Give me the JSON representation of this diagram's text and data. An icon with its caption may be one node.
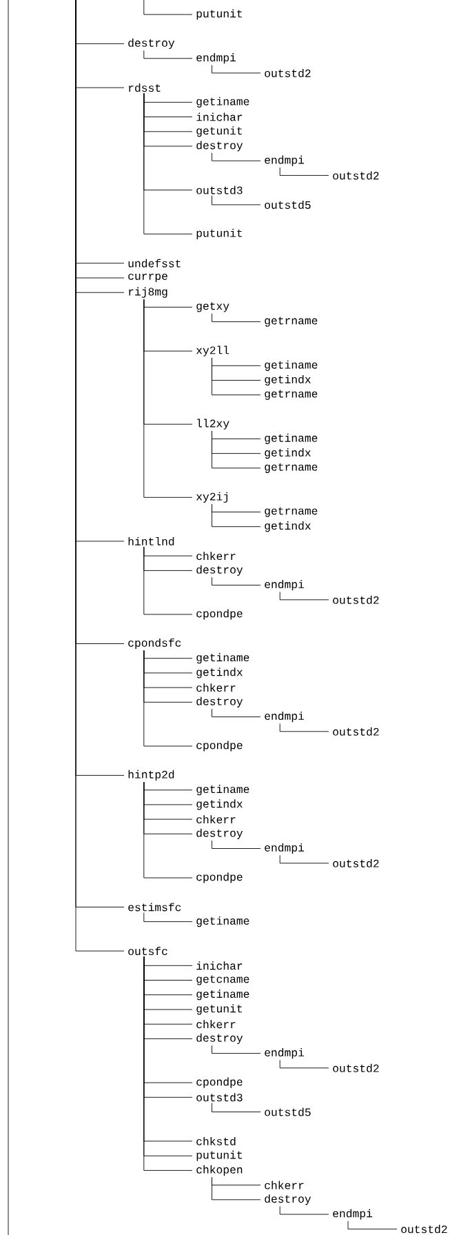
{
  "diagram": {
    "nodes": [
      {
        "text": [
          "putunit"
        ]
      },
      {
        "text": [
          "destroy"
        ]
      },
      {
        "text": [
          "endmpi"
        ]
      },
      {
        "text": [
          "outstd2"
        ]
      },
      {
        "text": [
          "rdsst"
        ]
      },
      {
        "text": [
          "getiname"
        ]
      },
      {
        "text": [
          "inichar"
        ]
      },
      {
        "text": [
          "getunit"
        ]
      },
      {
        "text": [
          "destroy"
        ]
      },
      {
        "text": [
          "endmpi"
        ]
      },
      {
        "text": [
          "outstd2"
        ]
      },
      {
        "text": [
          "outstd3"
        ]
      },
      {
        "text": [
          "outstd5"
        ]
      },
      {
        "text": [
          "putunit"
        ]
      },
      {
        "text": [
          "undefsst"
        ]
      },
      {
        "text": [
          "currpe"
        ]
      },
      {
        "text": [
          "rij8mg"
        ]
      },
      {
        "text": [
          "getxy"
        ]
      },
      {
        "text": [
          "getrname"
        ]
      },
      {
        "text": [
          "xy2ll"
        ]
      },
      {
        "text": [
          "getiname"
        ]
      },
      {
        "text": [
          "getindx"
        ]
      },
      {
        "text": [
          "getrname"
        ]
      },
      {
        "text": [
          "ll2xy"
        ]
      },
      {
        "text": [
          "getiname"
        ]
      },
      {
        "text": [
          "getindx"
        ]
      },
      {
        "text": [
          "getrname"
        ]
      },
      {
        "text": [
          "xy2ij"
        ]
      },
      {
        "text": [
          "getrname"
        ]
      },
      {
        "text": [
          "getindx"
        ]
      },
      {
        "text": [
          "hintlnd"
        ]
      },
      {
        "text": [
          "chkerr"
        ]
      },
      {
        "text": [
          "destroy"
        ]
      },
      {
        "text": [
          "endmpi"
        ]
      },
      {
        "text": [
          "outstd2"
        ]
      },
      {
        "text": [
          "cpondpe"
        ]
      },
      {
        "text": [
          "cpondsfc"
        ]
      },
      {
        "text": [
          "getiname"
        ]
      },
      {
        "text": [
          "getindx"
        ]
      },
      {
        "text": [
          "chkerr"
        ]
      },
      {
        "text": [
          "destroy"
        ]
      },
      {
        "text": [
          "endmpi"
        ]
      },
      {
        "text": [
          "outstd2"
        ]
      },
      {
        "text": [
          "cpondpe"
        ]
      },
      {
        "text": [
          "hintp2d"
        ]
      },
      {
        "text": [
          "getiname"
        ]
      },
      {
        "text": [
          "getindx"
        ]
      },
      {
        "text": [
          "chkerr"
        ]
      },
      {
        "text": [
          "destroy"
        ]
      },
      {
        "text": [
          "endmpi"
        ]
      },
      {
        "text": [
          "outstd2"
        ]
      },
      {
        "text": [
          "cpondpe"
        ]
      },
      {
        "text": [
          "estimsfc"
        ]
      },
      {
        "text": [
          "getiname"
        ]
      },
      {
        "text": [
          "outsfc"
        ]
      },
      {
        "text": [
          "inichar"
        ]
      },
      {
        "text": [
          "getcname"
        ]
      },
      {
        "text": [
          "getiname"
        ]
      },
      {
        "text": [
          "getunit"
        ]
      },
      {
        "text": [
          "chkerr"
        ]
      },
      {
        "text": [
          "destroy"
        ]
      },
      {
        "text": [
          "endmpi"
        ]
      },
      {
        "text": [
          "outstd2"
        ]
      },
      {
        "text": [
          "cpondpe"
        ]
      },
      {
        "text": [
          "outstd3"
        ]
      },
      {
        "text": [
          "outstd5"
        ]
      },
      {
        "text": [
          "chkstd"
        ]
      },
      {
        "text": [
          "putunit"
        ]
      },
      {
        "text": [
          "chkopen"
        ]
      },
      {
        "text": [
          "chkerr"
        ]
      },
      {
        "text": [
          "destroy"
        ]
      },
      {
        "text": [
          "endmpi"
        ]
      },
      {
        "text": [
          "outstd2"
        ]
      }
    ],
    "edges": [
      {
        "from": null,
        "to": 0,
        "arrow": "none"
      },
      {
        "from": null,
        "to": 1,
        "arrow": "none"
      },
      {
        "from": 1,
        "to": 2,
        "arrow": "none"
      },
      {
        "from": 2,
        "to": 3,
        "arrow": "none"
      },
      {
        "from": null,
        "to": 4,
        "arrow": "none"
      },
      {
        "from": 4,
        "to": 5,
        "arrow": "none"
      },
      {
        "from": 4,
        "to": 6,
        "arrow": "none"
      },
      {
        "from": 4,
        "to": 7,
        "arrow": "none"
      },
      {
        "from": 4,
        "to": 8,
        "arrow": "none"
      },
      {
        "from": 8,
        "to": 9,
        "arrow": "none"
      },
      {
        "from": 9,
        "to": 10,
        "arrow": "none"
      },
      {
        "from": 4,
        "to": 11,
        "arrow": "none"
      },
      {
        "from": 11,
        "to": 12,
        "arrow": "none"
      },
      {
        "from": 4,
        "to": 13,
        "arrow": "none"
      },
      {
        "from": null,
        "to": 14,
        "arrow": "none"
      },
      {
        "from": null,
        "to": 15,
        "arrow": "none"
      },
      {
        "from": null,
        "to": 16,
        "arrow": "none"
      },
      {
        "from": 16,
        "to": 17,
        "arrow": "none"
      },
      {
        "from": 17,
        "to": 18,
        "arrow": "none"
      },
      {
        "from": 16,
        "to": 19,
        "arrow": "none"
      },
      {
        "from": 19,
        "to": 20,
        "arrow": "none"
      },
      {
        "from": 19,
        "to": 21,
        "arrow": "none"
      },
      {
        "from": 19,
        "to": 22,
        "arrow": "none"
      },
      {
        "from": 16,
        "to": 23,
        "arrow": "none"
      },
      {
        "from": 23,
        "to": 24,
        "arrow": "none"
      },
      {
        "from": 23,
        "to": 25,
        "arrow": "none"
      },
      {
        "from": 23,
        "to": 26,
        "arrow": "none"
      },
      {
        "from": 16,
        "to": 27,
        "arrow": "none"
      },
      {
        "from": 27,
        "to": 28,
        "arrow": "none"
      },
      {
        "from": 27,
        "to": 29,
        "arrow": "none"
      },
      {
        "from": null,
        "to": 30,
        "arrow": "none"
      },
      {
        "from": 30,
        "to": 31,
        "arrow": "none"
      },
      {
        "from": 30,
        "to": 32,
        "arrow": "none"
      },
      {
        "from": 32,
        "to": 33,
        "arrow": "none"
      },
      {
        "from": 33,
        "to": 34,
        "arrow": "none"
      },
      {
        "from": 30,
        "to": 35,
        "arrow": "none"
      },
      {
        "from": null,
        "to": 36,
        "arrow": "none"
      },
      {
        "from": 36,
        "to": 37,
        "arrow": "none"
      },
      {
        "from": 36,
        "to": 38,
        "arrow": "none"
      },
      {
        "from": 36,
        "to": 39,
        "arrow": "none"
      },
      {
        "from": 36,
        "to": 40,
        "arrow": "none"
      },
      {
        "from": 40,
        "to": 41,
        "arrow": "none"
      },
      {
        "from": 41,
        "to": 42,
        "arrow": "none"
      },
      {
        "from": 36,
        "to": 43,
        "arrow": "none"
      },
      {
        "from": null,
        "to": 44,
        "arrow": "none"
      },
      {
        "from": 44,
        "to": 45,
        "arrow": "none"
      },
      {
        "from": 44,
        "to": 46,
        "arrow": "none"
      },
      {
        "from": 44,
        "to": 47,
        "arrow": "none"
      },
      {
        "from": 44,
        "to": 48,
        "arrow": "none"
      },
      {
        "from": 48,
        "to": 49,
        "arrow": "none"
      },
      {
        "from": 49,
        "to": 50,
        "arrow": "none"
      },
      {
        "from": 44,
        "to": 51,
        "arrow": "none"
      },
      {
        "from": null,
        "to": 52,
        "arrow": "none"
      },
      {
        "from": 52,
        "to": 53,
        "arrow": "none"
      },
      {
        "from": null,
        "to": 54,
        "arrow": "none"
      },
      {
        "from": 54,
        "to": 55,
        "arrow": "none"
      },
      {
        "from": 54,
        "to": 56,
        "arrow": "none"
      },
      {
        "from": 54,
        "to": 57,
        "arrow": "none"
      },
      {
        "from": 54,
        "to": 58,
        "arrow": "none"
      },
      {
        "from": 54,
        "to": 59,
        "arrow": "none"
      },
      {
        "from": 54,
        "to": 60,
        "arrow": "none"
      },
      {
        "from": 60,
        "to": 61,
        "arrow": "none"
      },
      {
        "from": 61,
        "to": 62,
        "arrow": "none"
      },
      {
        "from": 54,
        "to": 63,
        "arrow": "none"
      },
      {
        "from": 54,
        "to": 64,
        "arrow": "none"
      },
      {
        "from": 64,
        "to": 65,
        "arrow": "none"
      },
      {
        "from": 54,
        "to": 66,
        "arrow": "none"
      },
      {
        "from": 54,
        "to": 67,
        "arrow": "none"
      },
      {
        "from": 54,
        "to": 68,
        "arrow": "none"
      },
      {
        "from": 68,
        "to": 69,
        "arrow": "none"
      },
      {
        "from": 68,
        "to": 70,
        "arrow": "none"
      },
      {
        "from": 70,
        "to": 71,
        "arrow": "none"
      },
      {
        "from": 71,
        "to": 72,
        "arrow": "none"
      }
    ]
  }
}
